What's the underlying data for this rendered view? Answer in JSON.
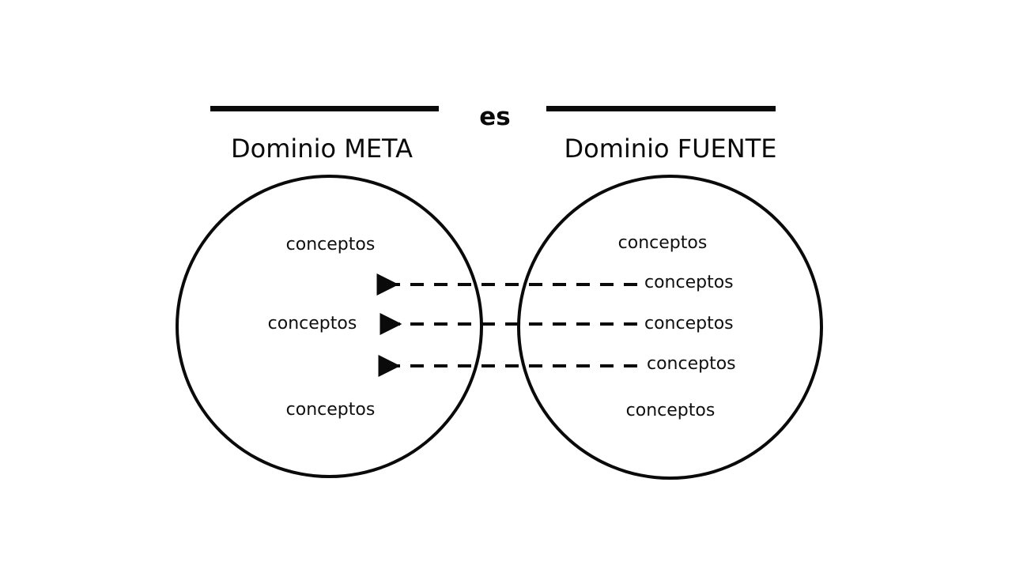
{
  "diagram": {
    "connective": "es",
    "left_domain": {
      "title": "Dominio META",
      "concepts": [
        "conceptos",
        "conceptos",
        "conceptos"
      ]
    },
    "right_domain": {
      "title": "Dominio FUENTE",
      "concepts": [
        "conceptos",
        "conceptos",
        "conceptos",
        "conceptos",
        "conceptos"
      ]
    },
    "mappings": [
      {
        "from": "conceptos",
        "to": "conceptos",
        "direction": "right-to-left",
        "style": "dashed"
      },
      {
        "from": "conceptos",
        "to": "conceptos",
        "direction": "right-to-left",
        "style": "dashed"
      },
      {
        "from": "conceptos",
        "to": "conceptos",
        "direction": "right-to-left",
        "style": "dashed"
      }
    ],
    "colors": {
      "ink": "#0a0a0a",
      "background": "#ffffff"
    }
  }
}
